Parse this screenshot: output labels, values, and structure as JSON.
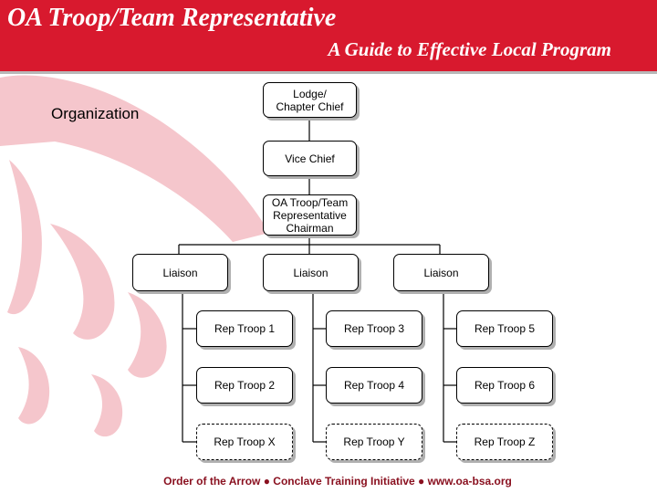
{
  "header": {
    "title": "OA Troop/Team Representative",
    "subtitle": "A Guide to Effective Local Program"
  },
  "section_label": "Organization",
  "chart": {
    "chief": [
      "Lodge/",
      "Chapter Chief"
    ],
    "vice_chief": "Vice Chief",
    "chairman": [
      "OA Troop/Team",
      "Representative",
      "Chairman"
    ],
    "liaisons": [
      "Liaison",
      "Liaison",
      "Liaison"
    ],
    "reps": {
      "col1": [
        "Rep Troop 1",
        "Rep Troop 2",
        "Rep Troop X"
      ],
      "col2": [
        "Rep Troop 3",
        "Rep Troop 4",
        "Rep Troop Y"
      ],
      "col3": [
        "Rep Troop 5",
        "Rep Troop 6",
        "Rep Troop Z"
      ]
    }
  },
  "footer": "Order of the Arrow ● Conclave Training Initiative ● www.oa-bsa.org",
  "colors": {
    "header": "#d8192e",
    "background_art": "#f5c6cc",
    "footer_text": "#8a1120"
  }
}
